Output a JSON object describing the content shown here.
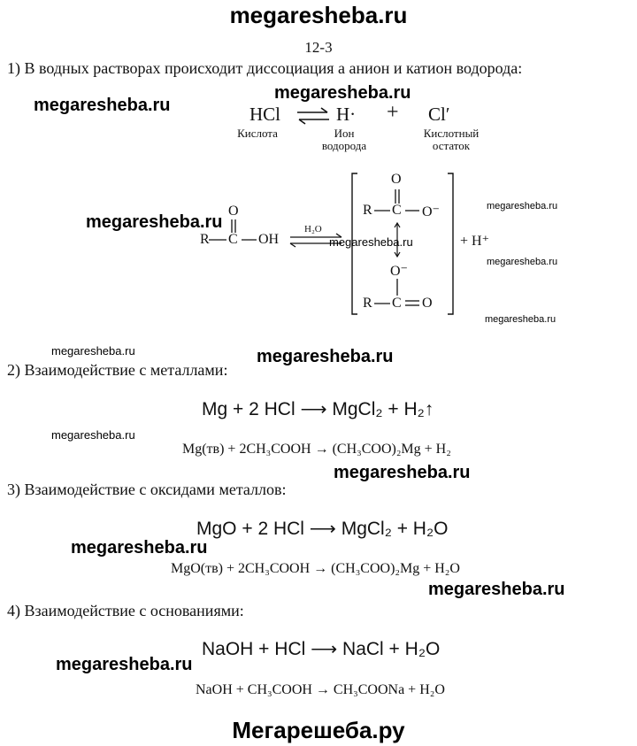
{
  "watermarks": {
    "top": "megaresheba.ru",
    "hcl_line": "megaresheba.ru",
    "hcl_left": "megaresheba.ru",
    "acid_left": "megaresheba.ru",
    "acid_mid": "megaresheba.ru",
    "acid_right1": "megaresheba.ru",
    "acid_right2": "megaresheba.ru",
    "acid_right3": "megaresheba.ru",
    "metals_left": "megaresheba.ru",
    "metals_mid": "megaresheba.ru",
    "metals_left2": "megaresheba.ru",
    "oxides_mid": "megaresheba.ru",
    "oxides_left": "megaresheba.ru",
    "oxides_right": "megaresheba.ru",
    "bases_left": "megaresheba.ru",
    "bottom": "Мегарешеба.ру"
  },
  "problem_number": "12-3",
  "section1": {
    "heading": "1) В водных растворах происходит диссоциация а анион и катион водорода:",
    "hcl": "HCl",
    "h_ion": "H·",
    "plus": "+",
    "cl_ion": "Cl′",
    "label_acid": "Кислота",
    "label_ion_1": "Ион",
    "label_ion_2": "водорода",
    "label_residue_1": "Кислотный",
    "label_residue_2": "остаток",
    "r1": "R",
    "c1": "C",
    "oh": "OH",
    "o_top1": "O",
    "water": "H₂O",
    "r2": "R",
    "c2": "C",
    "o_minus1": "O⁻",
    "o_top2": "O",
    "o_minus2": "O⁻",
    "r3": "R",
    "c3": "C",
    "o_end": "O",
    "h_plus": "+ H⁺"
  },
  "section2": {
    "heading": "2) Взаимодействие с металлами:",
    "eq1": "Mg + 2 HCl ⟶ MgCl₂ + H₂↑",
    "eq2": "Mg(тв) + 2CH₃COOH → (CH₃COO)₂Mg + H₂"
  },
  "section3": {
    "heading": "3) Взаимодействие с оксидами металлов:",
    "eq1": "MgO + 2 HCl ⟶ MgCl₂ + H₂O",
    "eq2": "MgO(тв) + 2CH₃COOH → (CH₃COO)₂Mg + H₂O"
  },
  "section4": {
    "heading": "4) Взаимодействие с основаниями:",
    "eq1": "NaOH + HCl ⟶ NaCl + H₂O",
    "eq2": "NaOH + CH₃COOH → CH₃COONa + H₂O"
  }
}
